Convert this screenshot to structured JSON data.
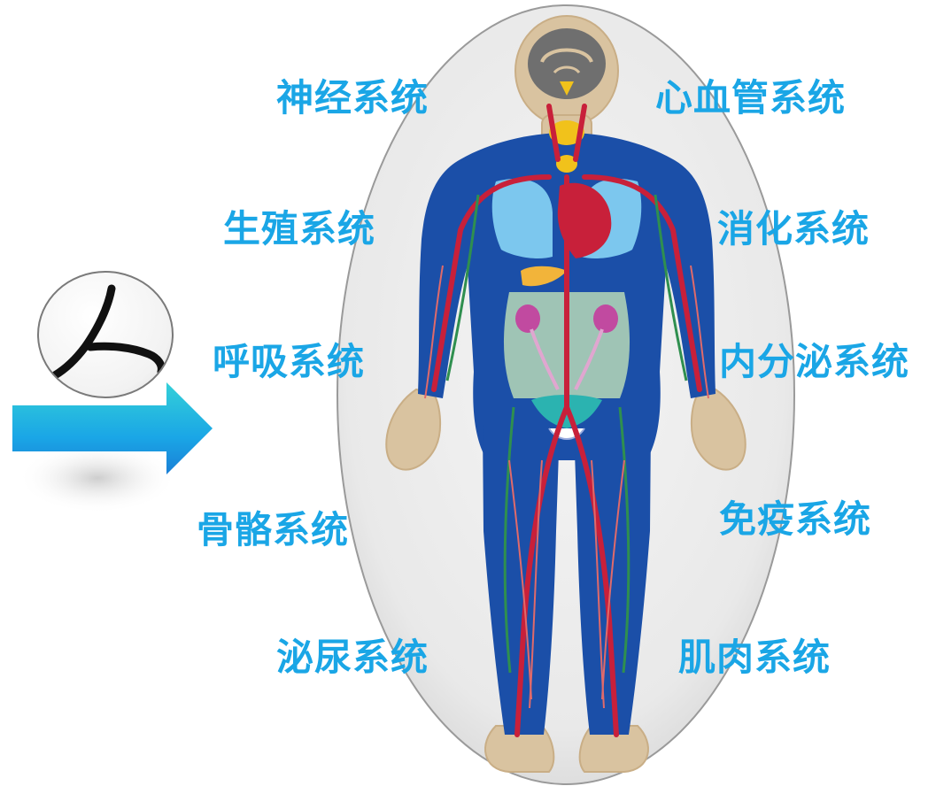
{
  "labels": {
    "nervous": "神经系统",
    "cardiovascular": "心血管系统",
    "reproductive": "生殖系统",
    "digestive": "消化系统",
    "respiratory": "呼吸系统",
    "endocrine": "内分泌系统",
    "skeletal": "骨骼系统",
    "immune": "免疫系统",
    "urinary": "泌尿系统",
    "muscular": "肌肉系统"
  },
  "badge": {
    "character": "人"
  },
  "colors": {
    "label": "#1aa6e6",
    "vein": "#1b4fa8",
    "artery": "#c8203a",
    "lung": "#7cc7ee",
    "arrow": "#1aa6e6"
  },
  "icons": {
    "arrow": "right-arrow-icon",
    "figure": "human-body-systems-illustration"
  }
}
